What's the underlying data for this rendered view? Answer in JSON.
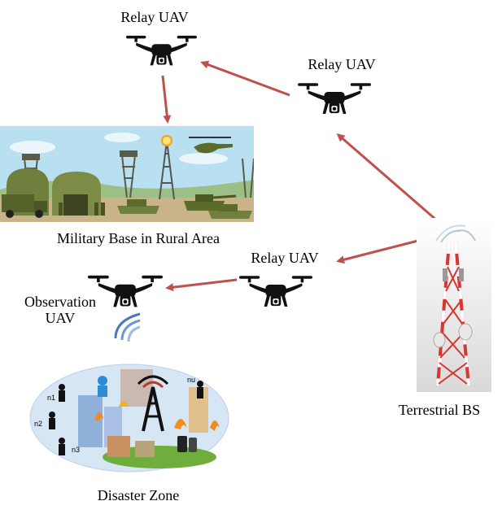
{
  "colors": {
    "arrow": "#c0504d",
    "drone": "#111111",
    "tower_red": "#d6362f",
    "sky": "#b9e0f0",
    "army_green": "#6f7f3e",
    "ground": "#c9b48a"
  },
  "labels": {
    "relay_top": "Relay UAV",
    "relay_right": "Relay UAV",
    "relay_middle": "Relay UAV",
    "observation": "Observation\nUAV",
    "military": "Military Base in Rural Area",
    "terrestrial": "Terrestrial BS",
    "disaster": "Disaster Zone"
  },
  "disaster_zone": {
    "nodes": [
      "n1",
      "n2",
      "n3",
      "nu"
    ]
  },
  "icons": [
    "drone-icon",
    "cell-tower-icon",
    "military-base-illustration",
    "disaster-zone-illustration",
    "wireless-signal-icon"
  ]
}
